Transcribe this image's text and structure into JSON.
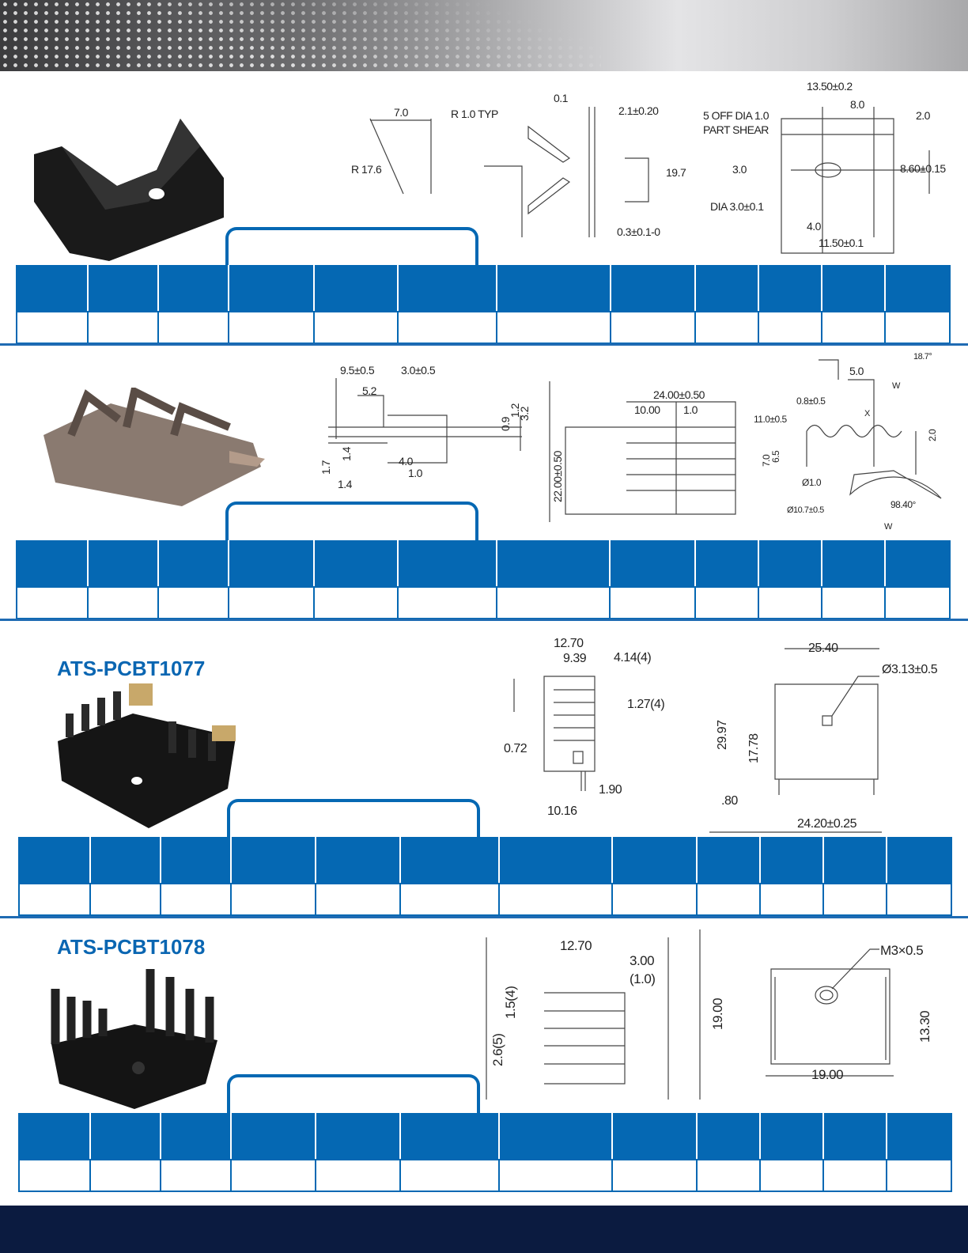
{
  "colors": {
    "accent": "#0568b3",
    "footer": "#0b1b40",
    "title": "#0a66b2"
  },
  "sections": [
    {
      "title": "",
      "labels": [
        "7.0",
        "R 17.6",
        "R 1.0 TYP",
        "0.1",
        "2.1±0.20",
        "19.7",
        "0.3±0.1-0",
        "13.50±0.2",
        "8.0",
        "2.0",
        "5 OFF DIA 1.0",
        "PART SHEAR",
        "3.0",
        "8.60±0.15",
        "DIA 3.0±0.1",
        "4.0",
        "11.50±0.1"
      ]
    },
    {
      "title": "",
      "labels": [
        "9.5±0.5",
        "3.0±0.5",
        "5.2",
        "0.9",
        "1.2",
        "3.2",
        "1.7",
        "1.4",
        "4.0",
        "1.0",
        "1.4",
        "24.00±0.50",
        "10.00",
        "1.0",
        "22.00±0.50",
        "18.7°",
        "5.0",
        "W",
        "0.8±0.5",
        "11.0±0.5",
        "X",
        "7.0",
        "6.5",
        "2.0",
        "Ø1.0",
        "Ø10.7±0.5",
        "98.40°",
        "W"
      ]
    },
    {
      "title": "ATS-PCBT1077",
      "labels": [
        "12.70",
        "9.39",
        "4.14(4)",
        "1.27(4)",
        "0.72",
        "1.90",
        "10.16",
        "25.40",
        "Ø3.13±0.5",
        "29.97",
        "17.78",
        ".80",
        "24.20±0.25"
      ]
    },
    {
      "title": "ATS-PCBT1078",
      "labels": [
        "12.70",
        "3.00",
        "(1.0)",
        "1.5(4)",
        "2.6(5)",
        "M3×0.5",
        "19.00",
        "13.30",
        "19.00"
      ]
    }
  ]
}
